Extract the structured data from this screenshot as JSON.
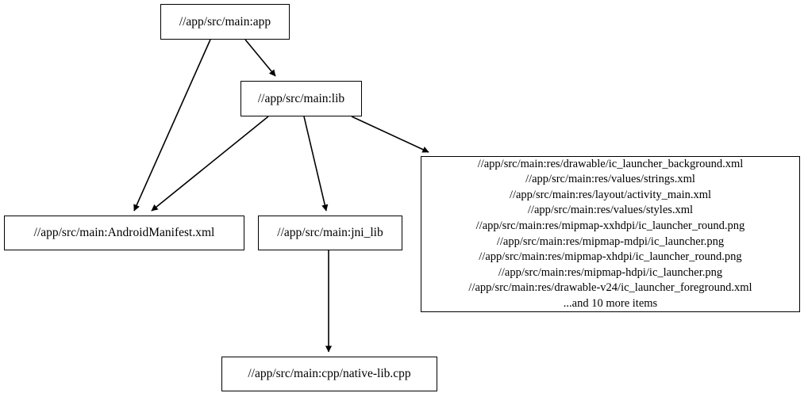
{
  "graph": {
    "type": "directed-dependency-graph",
    "background_color": "#ffffff",
    "node_border_color": "#000000",
    "edge_color": "#000000",
    "text_color": "#000000",
    "nodes": [
      {
        "id": "app",
        "label": "//app/src/main:app"
      },
      {
        "id": "lib",
        "label": "//app/src/main:lib"
      },
      {
        "id": "manifest",
        "label": "//app/src/main:AndroidManifest.xml"
      },
      {
        "id": "jni_lib",
        "label": "//app/src/main:jni_lib"
      },
      {
        "id": "cpp",
        "label": "//app/src/main:cpp/native-lib.cpp"
      },
      {
        "id": "res",
        "label": "//app/src/main:res/drawable/ic_launcher_background.xml\n//app/src/main:res/values/strings.xml\n//app/src/main:res/layout/activity_main.xml\n//app/src/main:res/values/styles.xml\n//app/src/main:res/mipmap-xxhdpi/ic_launcher_round.png\n//app/src/main:res/mipmap-mdpi/ic_launcher.png\n//app/src/main:res/mipmap-xhdpi/ic_launcher_round.png\n//app/src/main:res/mipmap-hdpi/ic_launcher.png\n//app/src/main:res/drawable-v24/ic_launcher_foreground.xml\n...and 10 more items",
        "lines": [
          "//app/src/main:res/drawable/ic_launcher_background.xml",
          "//app/src/main:res/values/strings.xml",
          "//app/src/main:res/layout/activity_main.xml",
          "//app/src/main:res/values/styles.xml",
          "//app/src/main:res/mipmap-xxhdpi/ic_launcher_round.png",
          "//app/src/main:res/mipmap-mdpi/ic_launcher.png",
          "//app/src/main:res/mipmap-xhdpi/ic_launcher_round.png",
          "//app/src/main:res/mipmap-hdpi/ic_launcher.png",
          "//app/src/main:res/drawable-v24/ic_launcher_foreground.xml",
          "...and 10 more items"
        ]
      }
    ],
    "edges": [
      {
        "from": "app",
        "to": "lib",
        "arrowhead": "filled-triangle"
      },
      {
        "from": "app",
        "to": "manifest",
        "arrowhead": "filled-triangle"
      },
      {
        "from": "lib",
        "to": "manifest",
        "arrowhead": "filled-triangle"
      },
      {
        "from": "lib",
        "to": "jni_lib",
        "arrowhead": "filled-triangle"
      },
      {
        "from": "lib",
        "to": "res",
        "arrowhead": "filled-triangle"
      },
      {
        "from": "jni_lib",
        "to": "cpp",
        "arrowhead": "filled-triangle"
      }
    ]
  }
}
